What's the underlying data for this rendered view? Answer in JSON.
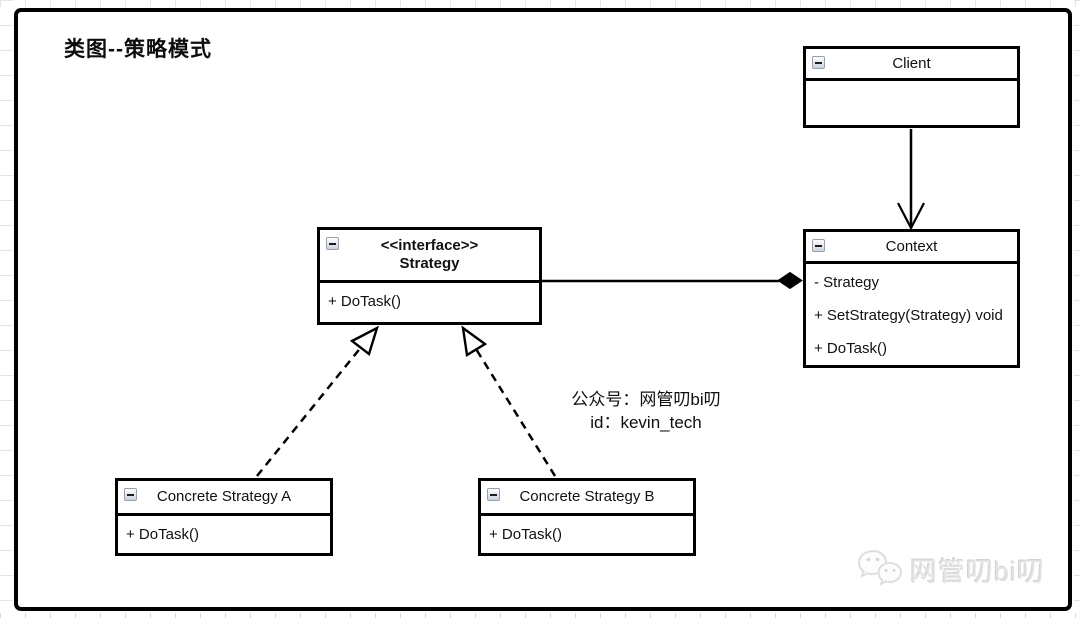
{
  "title": "类图--策略模式",
  "diagram": {
    "classes": [
      {
        "name": "Client",
        "stereotype": "",
        "members": []
      },
      {
        "name": "Context",
        "stereotype": "",
        "members": [
          "- Strategy",
          "+ SetStrategy(Strategy) void",
          "+ DoTask()"
        ]
      },
      {
        "name": "Strategy",
        "stereotype": "<<interface>>",
        "members": [
          "+ DoTask()"
        ]
      },
      {
        "name": "Concrete Strategy A",
        "stereotype": "",
        "members": [
          "+ DoTask()"
        ]
      },
      {
        "name": "Concrete Strategy B",
        "stereotype": "",
        "members": [
          "+ DoTask()"
        ]
      }
    ],
    "relations": [
      {
        "from": "Client",
        "to": "Context",
        "type": "directed-association"
      },
      {
        "from": "Context",
        "to": "Strategy",
        "type": "composition"
      },
      {
        "from": "Concrete Strategy A",
        "to": "Strategy",
        "type": "realization"
      },
      {
        "from": "Concrete Strategy B",
        "to": "Strategy",
        "type": "realization"
      }
    ]
  },
  "watermark_center": {
    "line1": "公众号：网管叨bi叨",
    "line2": "id：kevin_tech"
  },
  "brand": {
    "icon": "wechat-icon",
    "text": "网管叨bi叨"
  },
  "colors": {
    "line": "#000000",
    "box_fill": "#ffffff",
    "tick": "#e4e4e4",
    "watermark_gray": "#e2e2e2"
  }
}
